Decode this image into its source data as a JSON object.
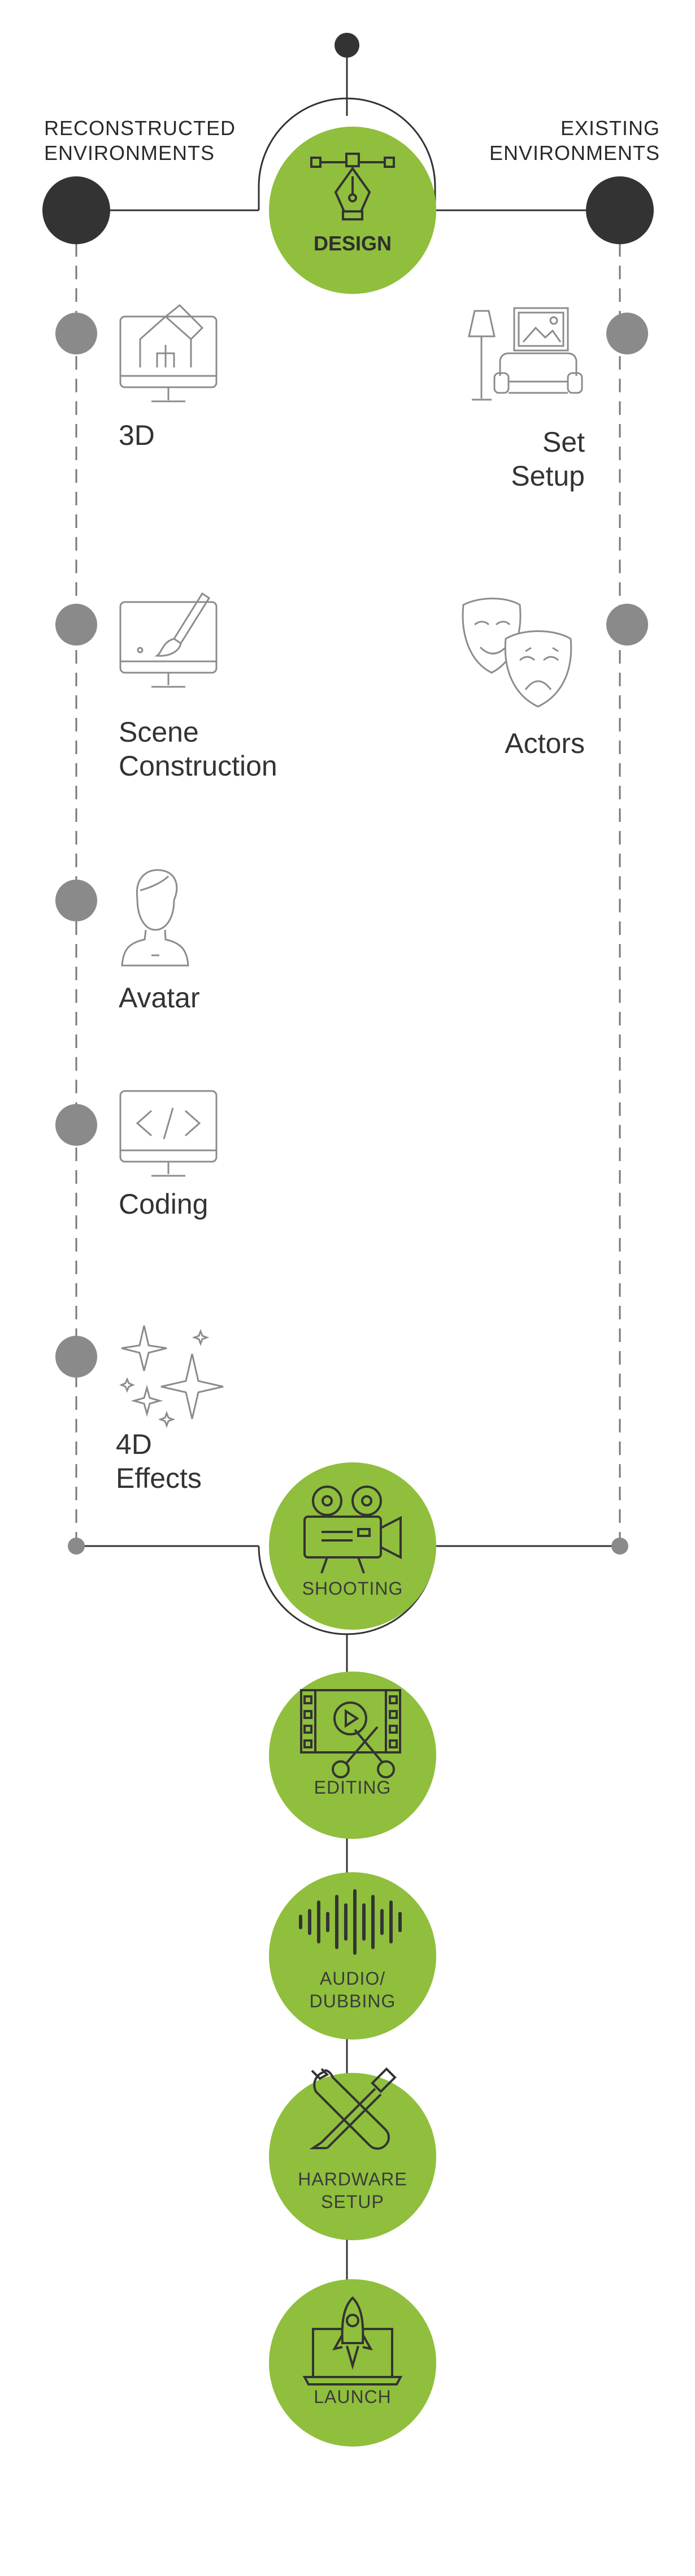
{
  "headers": {
    "left": [
      "RECONSTRUCTED",
      "ENVIRONMENTS"
    ],
    "right": [
      "EXISTING",
      "ENVIRONMENTS"
    ]
  },
  "design": {
    "label": "DESIGN"
  },
  "left_steps": [
    {
      "label": [
        "3D"
      ],
      "icon": "monitor-house-3d-icon"
    },
    {
      "label": [
        "Scene",
        "Construction"
      ],
      "icon": "monitor-paintbrush-icon"
    },
    {
      "label": [
        "Avatar"
      ],
      "icon": "person-avatar-icon"
    },
    {
      "label": [
        "Coding"
      ],
      "icon": "monitor-code-icon"
    },
    {
      "label": [
        "4D",
        "Effects"
      ],
      "icon": "sparkles-icon"
    }
  ],
  "right_steps": [
    {
      "label": [
        "Set",
        "Setup"
      ],
      "icon": "lamp-sofa-picture-icon"
    },
    {
      "label": [
        "Actors"
      ],
      "icon": "theater-masks-icon"
    }
  ],
  "pipeline": [
    {
      "label": [
        "SHOOTING"
      ],
      "icon": "film-camera-icon"
    },
    {
      "label": [
        "EDITING"
      ],
      "icon": "film-scissors-icon"
    },
    {
      "label": [
        "AUDIO/",
        "DUBBING"
      ],
      "icon": "sound-wave-icon"
    },
    {
      "label": [
        "HARDWARE",
        "SETUP"
      ],
      "icon": "wrench-screwdriver-icon"
    },
    {
      "label": [
        "LAUNCH"
      ],
      "icon": "laptop-rocket-icon"
    }
  ],
  "colors": {
    "green": "#8fbf3c",
    "dark": "#333333",
    "grey_dot": "#8a8a8a",
    "icon_stroke": "#8c8c8c"
  }
}
